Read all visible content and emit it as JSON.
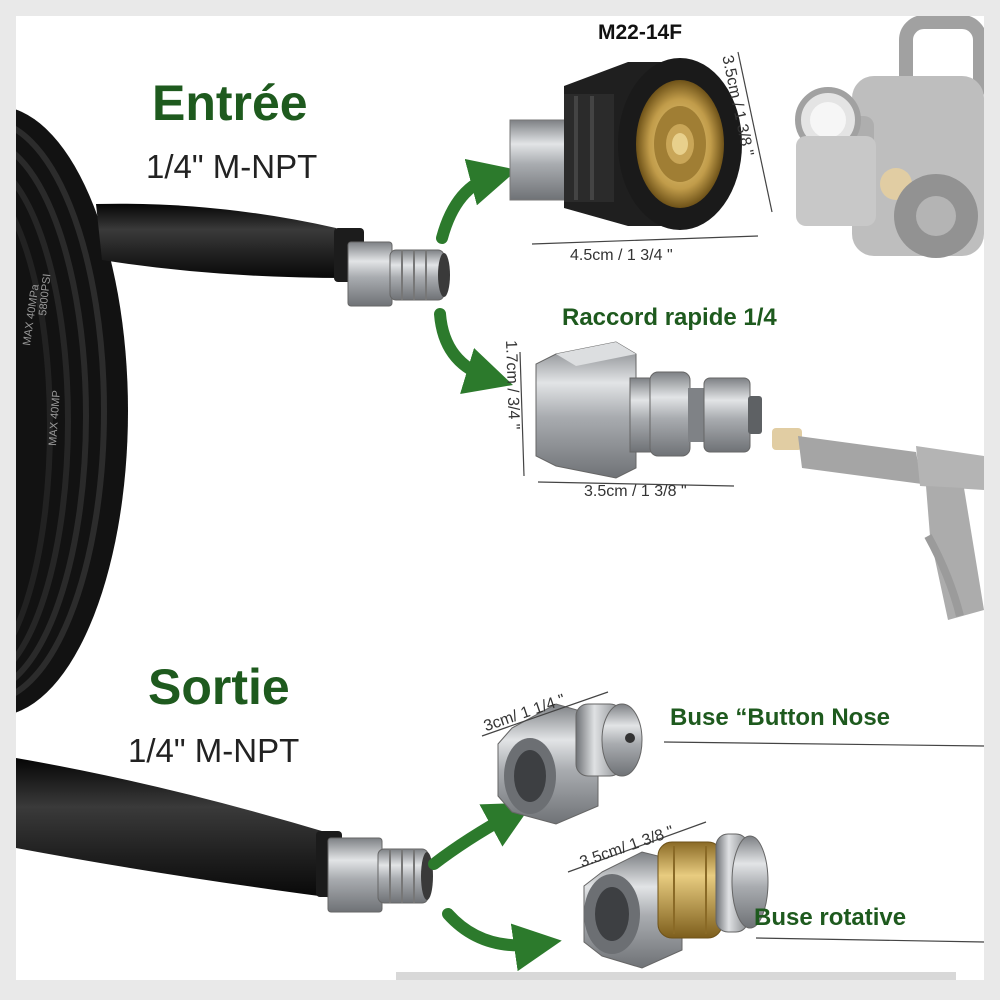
{
  "inlet": {
    "title": "Entrée",
    "thread": "1/4\" M-NPT"
  },
  "outlet": {
    "title": "Sortie",
    "thread": "1/4\" M-NPT"
  },
  "parts": {
    "m22": {
      "code": "M22-14F",
      "width_dim": "4.5cm / 1 3/4 \"",
      "height_dim": "3.5cm / 1 3/8 \""
    },
    "quick": {
      "name": "Raccord rapide 1/4",
      "width_dim": "3.5cm / 1 3/8 \"",
      "height_dim": "1.7cm / 3/4 \""
    },
    "button_nose": {
      "name": "Buse “Button Nose",
      "dim": "3cm/ 1 1/4 \""
    },
    "rotative": {
      "name": "Buse rotative",
      "dim": "3.5cm/ 1 3/8 \""
    }
  },
  "hose_print": [
    "MAX 40MPa",
    "5800PSI",
    "MAX 40MP"
  ],
  "colors": {
    "title_green": "#1e5a1e",
    "arrow_green": "#2c7a2c",
    "hose": "#161616",
    "steel": "#b4b7ba",
    "brass": "#b89648"
  },
  "icons": [
    "pressure-washer-icon",
    "spray-gun-icon",
    "curved-arrow-icon"
  ]
}
